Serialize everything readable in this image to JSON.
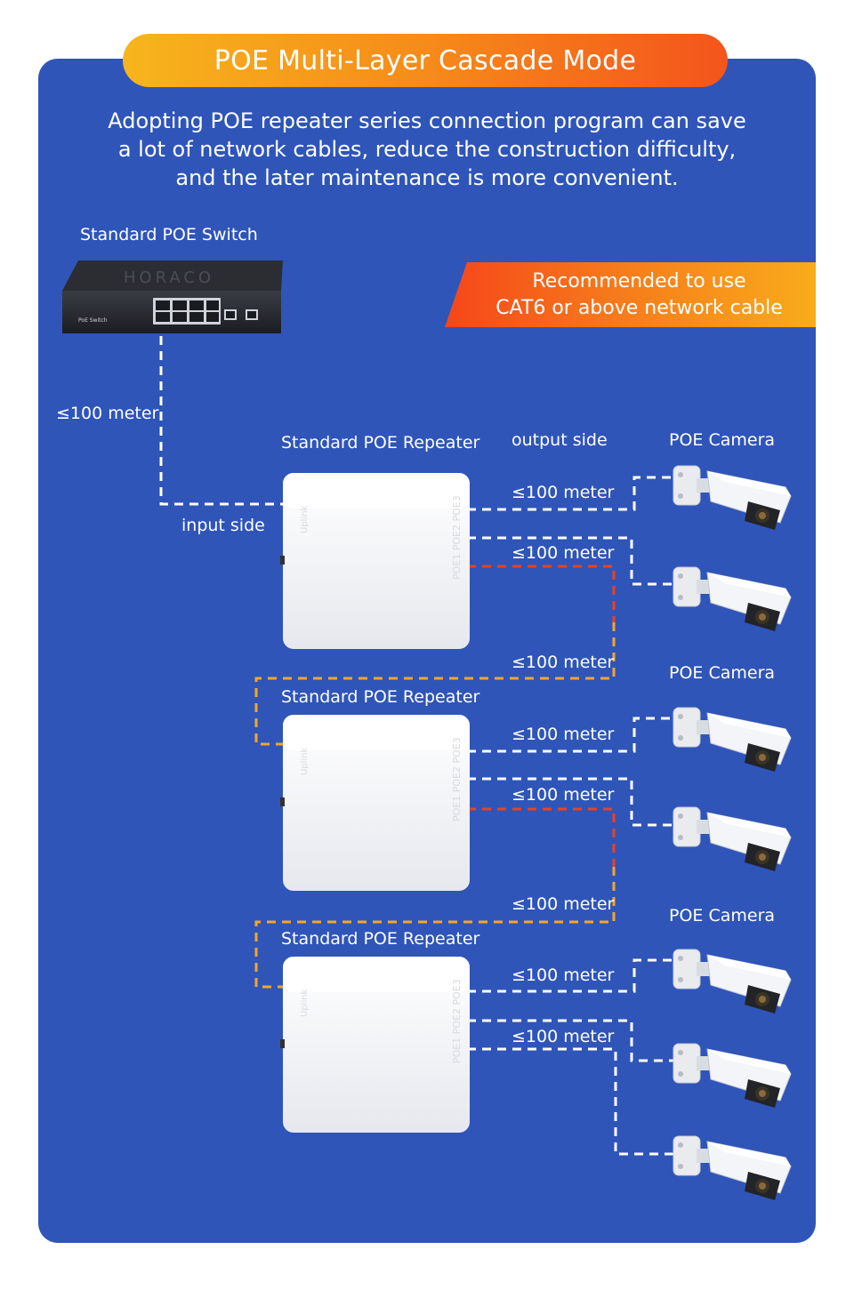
{
  "title": "POE Multi-Layer Cascade Mode",
  "intro": [
    "Adopting POE repeater series connection program can save",
    "a lot of network cables, reduce the construction difficulty,",
    "and the later maintenance is more convenient."
  ],
  "switch_label": "Standard POE Switch",
  "switch_brand": "HORACO",
  "switch_small_text": "PoE Switch",
  "recommend": [
    "Recommended to use",
    "CAT6 or above network cable"
  ],
  "uplink_distance": "≤100 meter",
  "input_side": "input side",
  "output_side": "output side",
  "repeater_label": "Standard POE Repeater",
  "camera_label": "POE Camera",
  "distance": "≤100 meter",
  "repeater_side_text": "Uplink",
  "repeater_ports_text": "POE1 POE2 POE3",
  "colors": {
    "panel": "#2f55b9",
    "white_cable": "#ffffff",
    "orange_cable": "#f4a628",
    "red_cable": "#f2401a"
  }
}
